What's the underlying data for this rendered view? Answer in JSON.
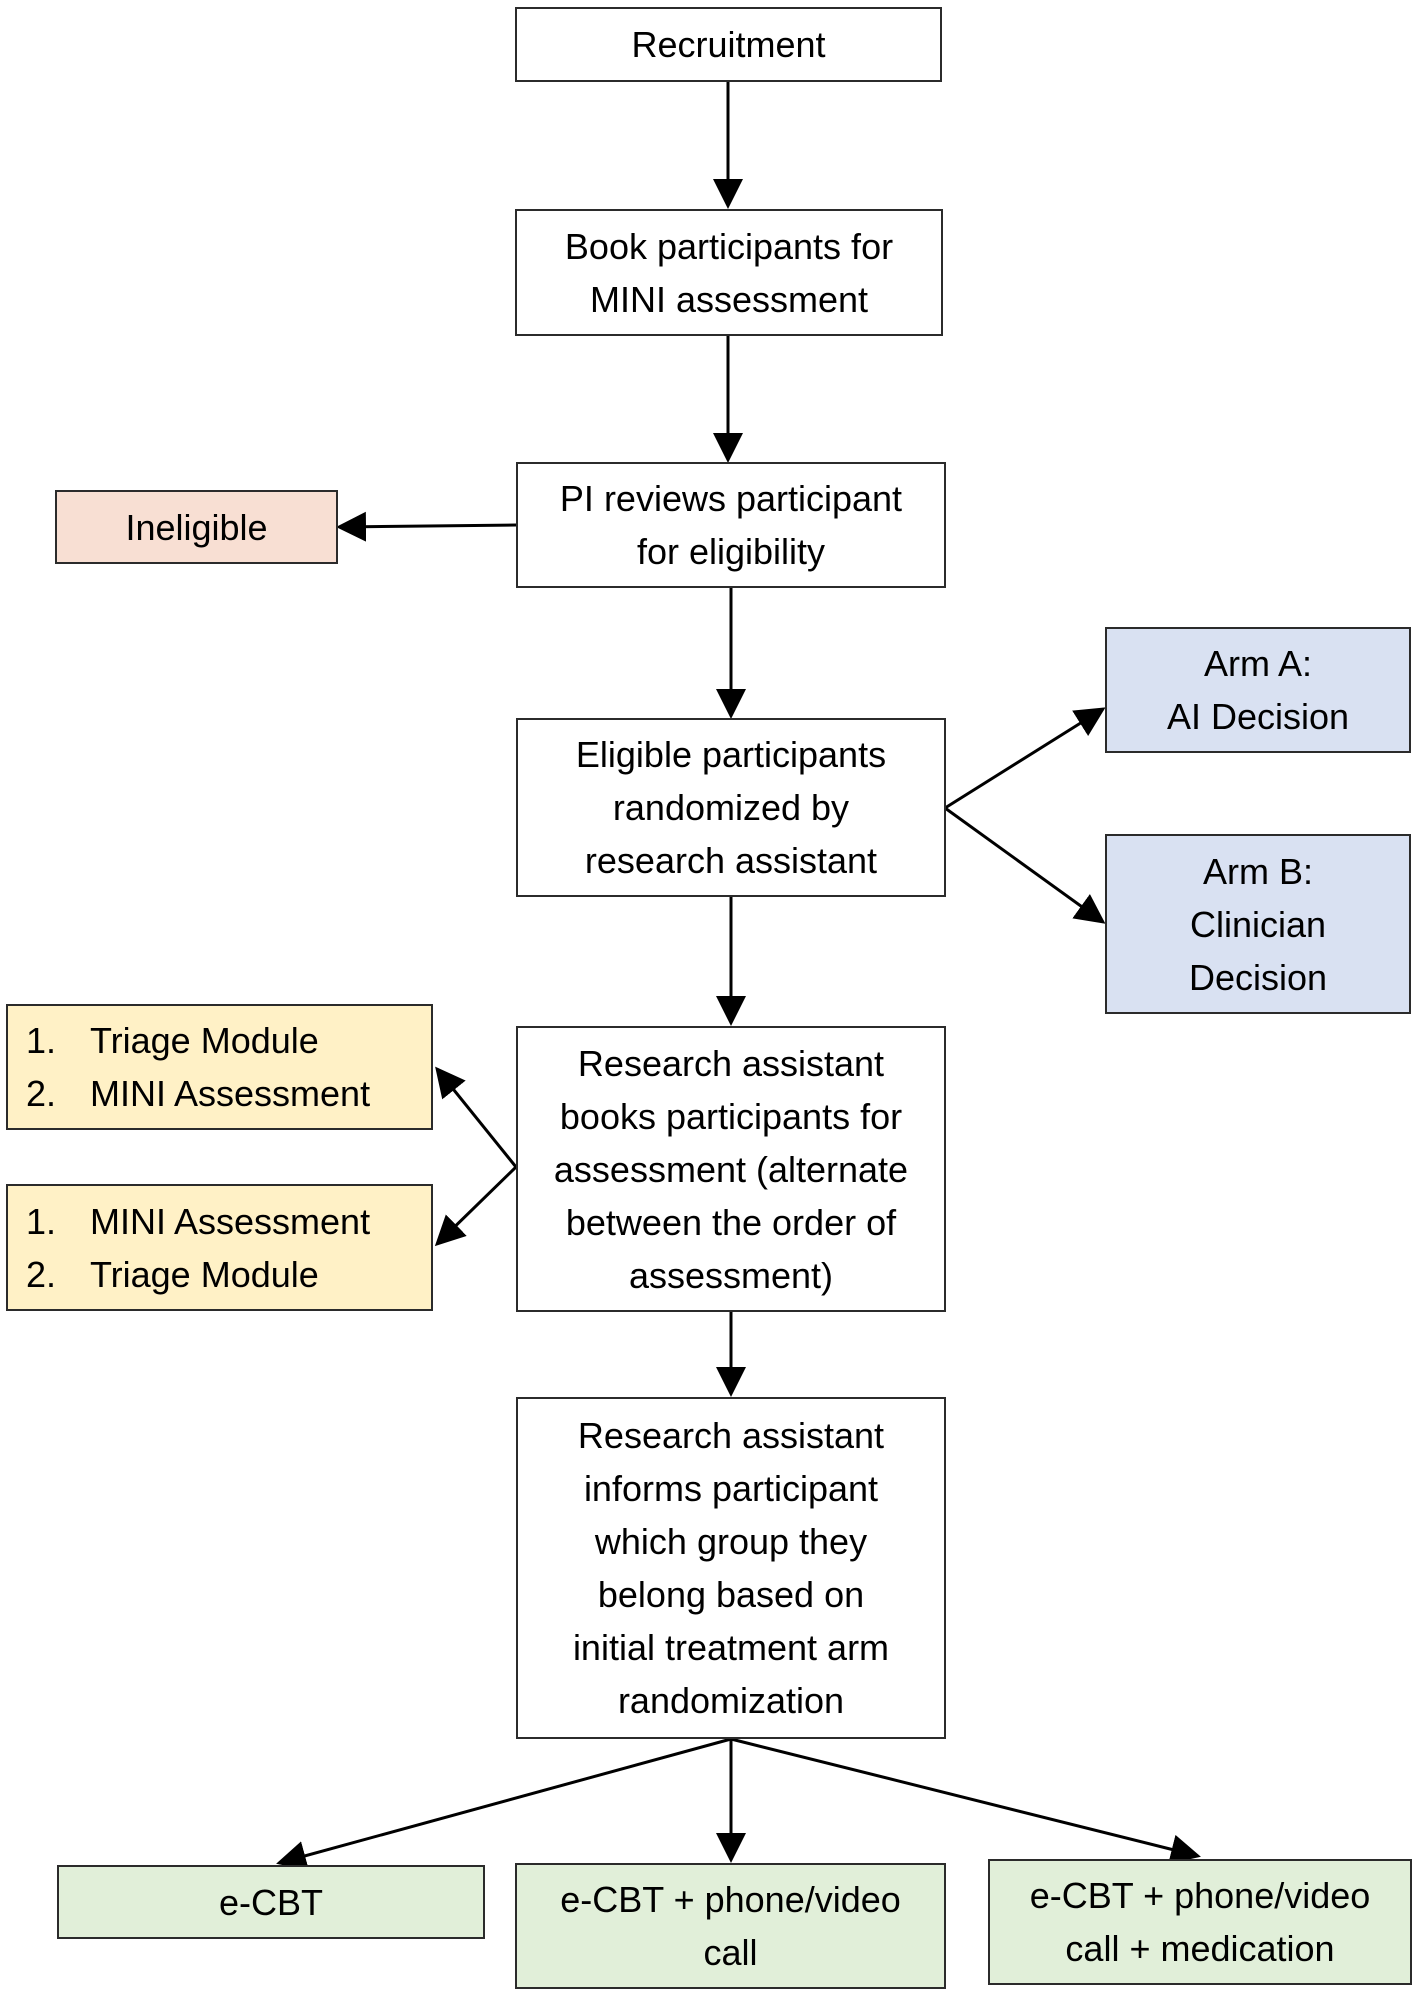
{
  "nodes": {
    "recruitment": {
      "lines": [
        "Recruitment"
      ]
    },
    "book_mini": {
      "lines": [
        "Book participants for",
        "MINI assessment"
      ]
    },
    "pi_review": {
      "lines": [
        "PI reviews participant",
        "for eligibility"
      ]
    },
    "ineligible": {
      "lines": [
        "Ineligible"
      ]
    },
    "randomized": {
      "lines": [
        "Eligible participants",
        "randomized by",
        "research assistant"
      ]
    },
    "arm_a": {
      "lines": [
        "Arm A:",
        "AI Decision"
      ]
    },
    "arm_b": {
      "lines": [
        "Arm B:",
        "Clinician",
        "Decision"
      ]
    },
    "books_assessment": {
      "lines": [
        "Research assistant",
        "books participants for",
        "assessment (alternate",
        "between the order of",
        "assessment)"
      ]
    },
    "order_1": {
      "items": [
        {
          "num": "1.",
          "text": "Triage Module"
        },
        {
          "num": "2.",
          "text": "MINI Assessment"
        }
      ]
    },
    "order_2": {
      "items": [
        {
          "num": "1.",
          "text": "MINI Assessment"
        },
        {
          "num": "2.",
          "text": "Triage Module"
        }
      ]
    },
    "informs": {
      "lines": [
        "Research assistant",
        "informs participant",
        "which group they",
        "belong based on",
        "initial treatment arm",
        "randomization"
      ]
    },
    "ecbt": {
      "lines": [
        "e-CBT"
      ]
    },
    "ecbt_call": {
      "lines": [
        "e-CBT + phone/video",
        "call"
      ]
    },
    "ecbt_call_med": {
      "lines": [
        "e-CBT + phone/video",
        "call + medication"
      ]
    }
  },
  "colors": {
    "border": "#2b2b2b",
    "arrow": "#000000",
    "white": "#ffffff",
    "salmon": "#f8dfd3",
    "blue": "#d9e1f2",
    "yellow": "#fff1c6",
    "green": "#e1efd9"
  }
}
